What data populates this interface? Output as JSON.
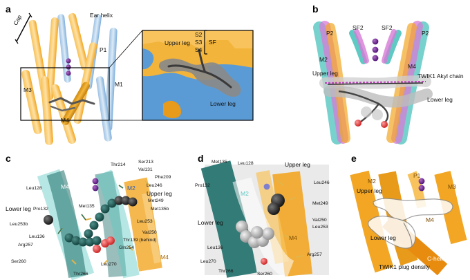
{
  "panels": {
    "a": {
      "letter": "a",
      "labels": {
        "cap": "Cap",
        "ear_helix": "Ear helix",
        "p1": "P1",
        "m1": "M1",
        "m3": "M3",
        "m4": "M4",
        "s2": "S2",
        "s3": "S3",
        "s4": "S4",
        "sf": "SF",
        "upper_leg": "Upper leg",
        "lower_leg": "Lower leg"
      }
    },
    "b": {
      "letter": "b",
      "labels": {
        "p2_left": "P2",
        "sf2_left": "SF2",
        "sf2_right": "SF2",
        "p2_right": "P2",
        "m2": "M2",
        "m4": "M4",
        "upper_leg": "Upper leg",
        "twik1_akyl": "TWIK1 Akyl chain",
        "lower_leg": "Lower leg"
      }
    },
    "c": {
      "letter": "c",
      "labels": {
        "thr214": "Thr214",
        "ser213": "Ser213",
        "val131": "Val131",
        "phe209": "Phe209",
        "leu128": "Leu128",
        "m4_left": "M4",
        "m2": "M2",
        "leu246": "Leu246",
        "upper_leg": "Upper leg",
        "met249": "Met249",
        "met135b": "Met135b",
        "lower_leg": "Lower leg",
        "pro132": "Pro132",
        "met135": "Met135",
        "leu253b": "Leu253b",
        "leu253": "Leu253",
        "val250": "Val250",
        "leu136": "Leu136",
        "thr139": "Thr139 (behind)",
        "arg257": "Arg257",
        "gln254": "Gln254",
        "ser260": "Ser260",
        "leu270": "Leu270",
        "thr266": "Thr266",
        "m4_right": "M4"
      }
    },
    "d": {
      "letter": "d",
      "labels": {
        "met135": "Met135",
        "leu128": "Leu128",
        "upper_leg": "Upper leg",
        "pro132": "Pro132",
        "m2": "M2",
        "leu246": "Leu246",
        "met249": "Met249",
        "lower_leg": "Lower leg",
        "val250": "Val250",
        "leu253": "Leu253",
        "m4": "M4",
        "leu136": "Leu136",
        "arg257": "Arg257",
        "leu270": "Leu270",
        "thr266": "Thr266",
        "ser260": "Ser260"
      }
    },
    "e": {
      "letter": "e",
      "labels": {
        "upper_leg": "Upper leg",
        "m2": "M2",
        "p1": "P1",
        "m3": "M3",
        "m4": "M4",
        "lower_leg": "Lower leg",
        "c_helix": "C-helix",
        "plug_density": "TWIK1 plug density"
      }
    }
  },
  "colors": {
    "orange": "#f2a623",
    "light_orange": "#f8d38a",
    "blue": "#5b9bd5",
    "light_blue": "#b9d3ea",
    "teal": "#1f6f6a",
    "cyan": "#5fc9c4",
    "pink": "#d77ad6",
    "purple_ion": "#6a1b9a",
    "gray_density": "#8a8a8a",
    "dark_gray": "#3a3a3a",
    "red_oxygen": "#e03b3b"
  }
}
